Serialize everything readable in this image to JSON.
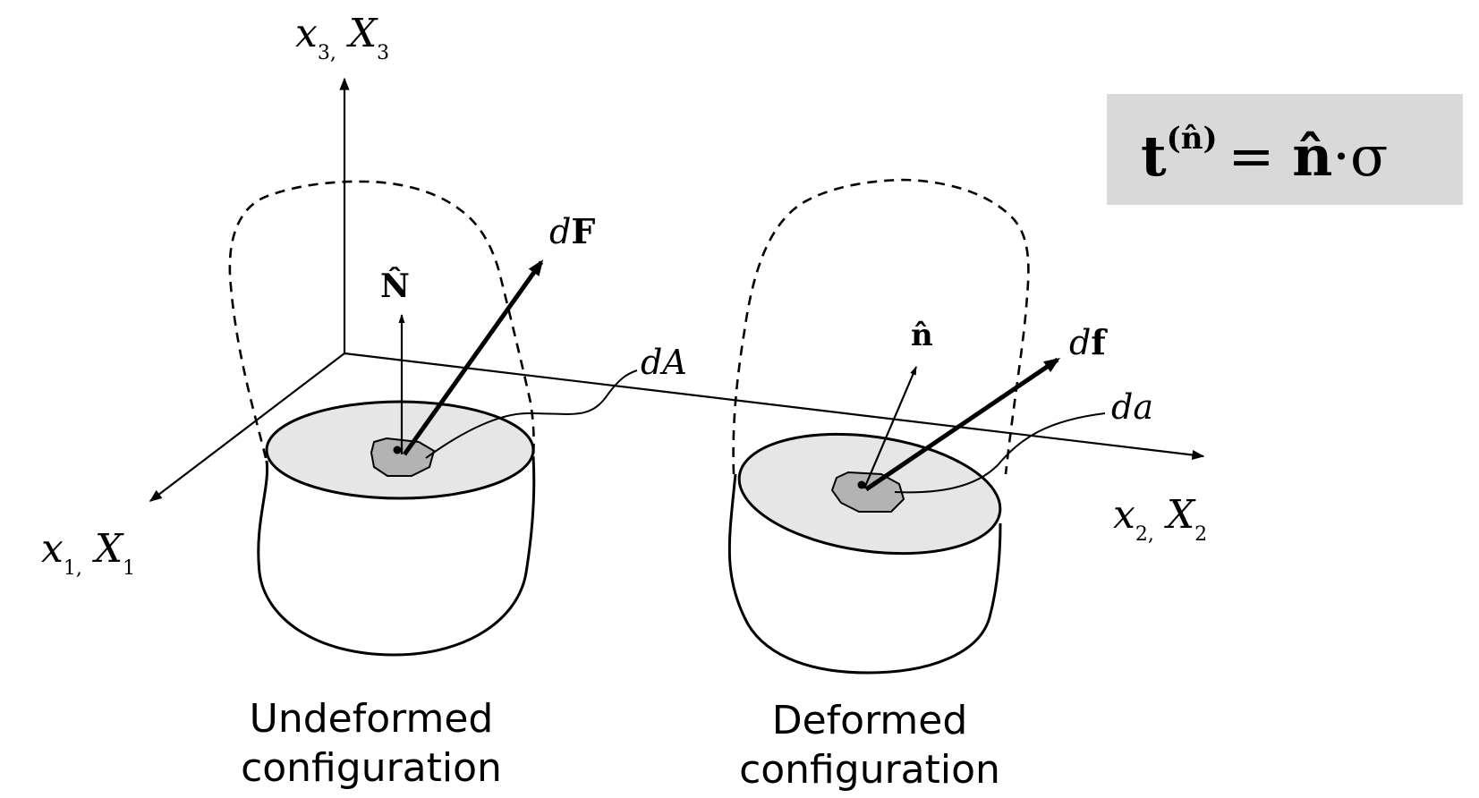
{
  "axes": {
    "x3": {
      "var": "x",
      "sub1": "3,",
      "var2": "X",
      "sub2": "3"
    },
    "x1": {
      "var": "x",
      "sub1": "1,",
      "var2": "X",
      "sub2": "1"
    },
    "x2": {
      "var": "x",
      "sub1": "2,",
      "var2": "X",
      "sub2": "2"
    }
  },
  "undeformed": {
    "normal_label": "N̂",
    "force_prefix": "d",
    "force_symbol": "F",
    "area_label": "dA",
    "caption_line1": "Undeformed",
    "caption_line2": "configuration"
  },
  "deformed": {
    "normal_label": "n̂",
    "force_prefix": "d",
    "force_symbol": "f",
    "area_label": "da",
    "caption_line1": "Deformed",
    "caption_line2": "configuration"
  },
  "equation": {
    "lhs": "t",
    "superscript": "(n̂)",
    "rhs_prefix": "= ",
    "rhs_n": "n̂",
    "rhs_suffix": "·σ"
  },
  "colors": {
    "top_face": "#e6e6e6",
    "area_patch": "#b3b3b3",
    "equation_box": "#d9d9d9",
    "stroke": "#000000"
  }
}
